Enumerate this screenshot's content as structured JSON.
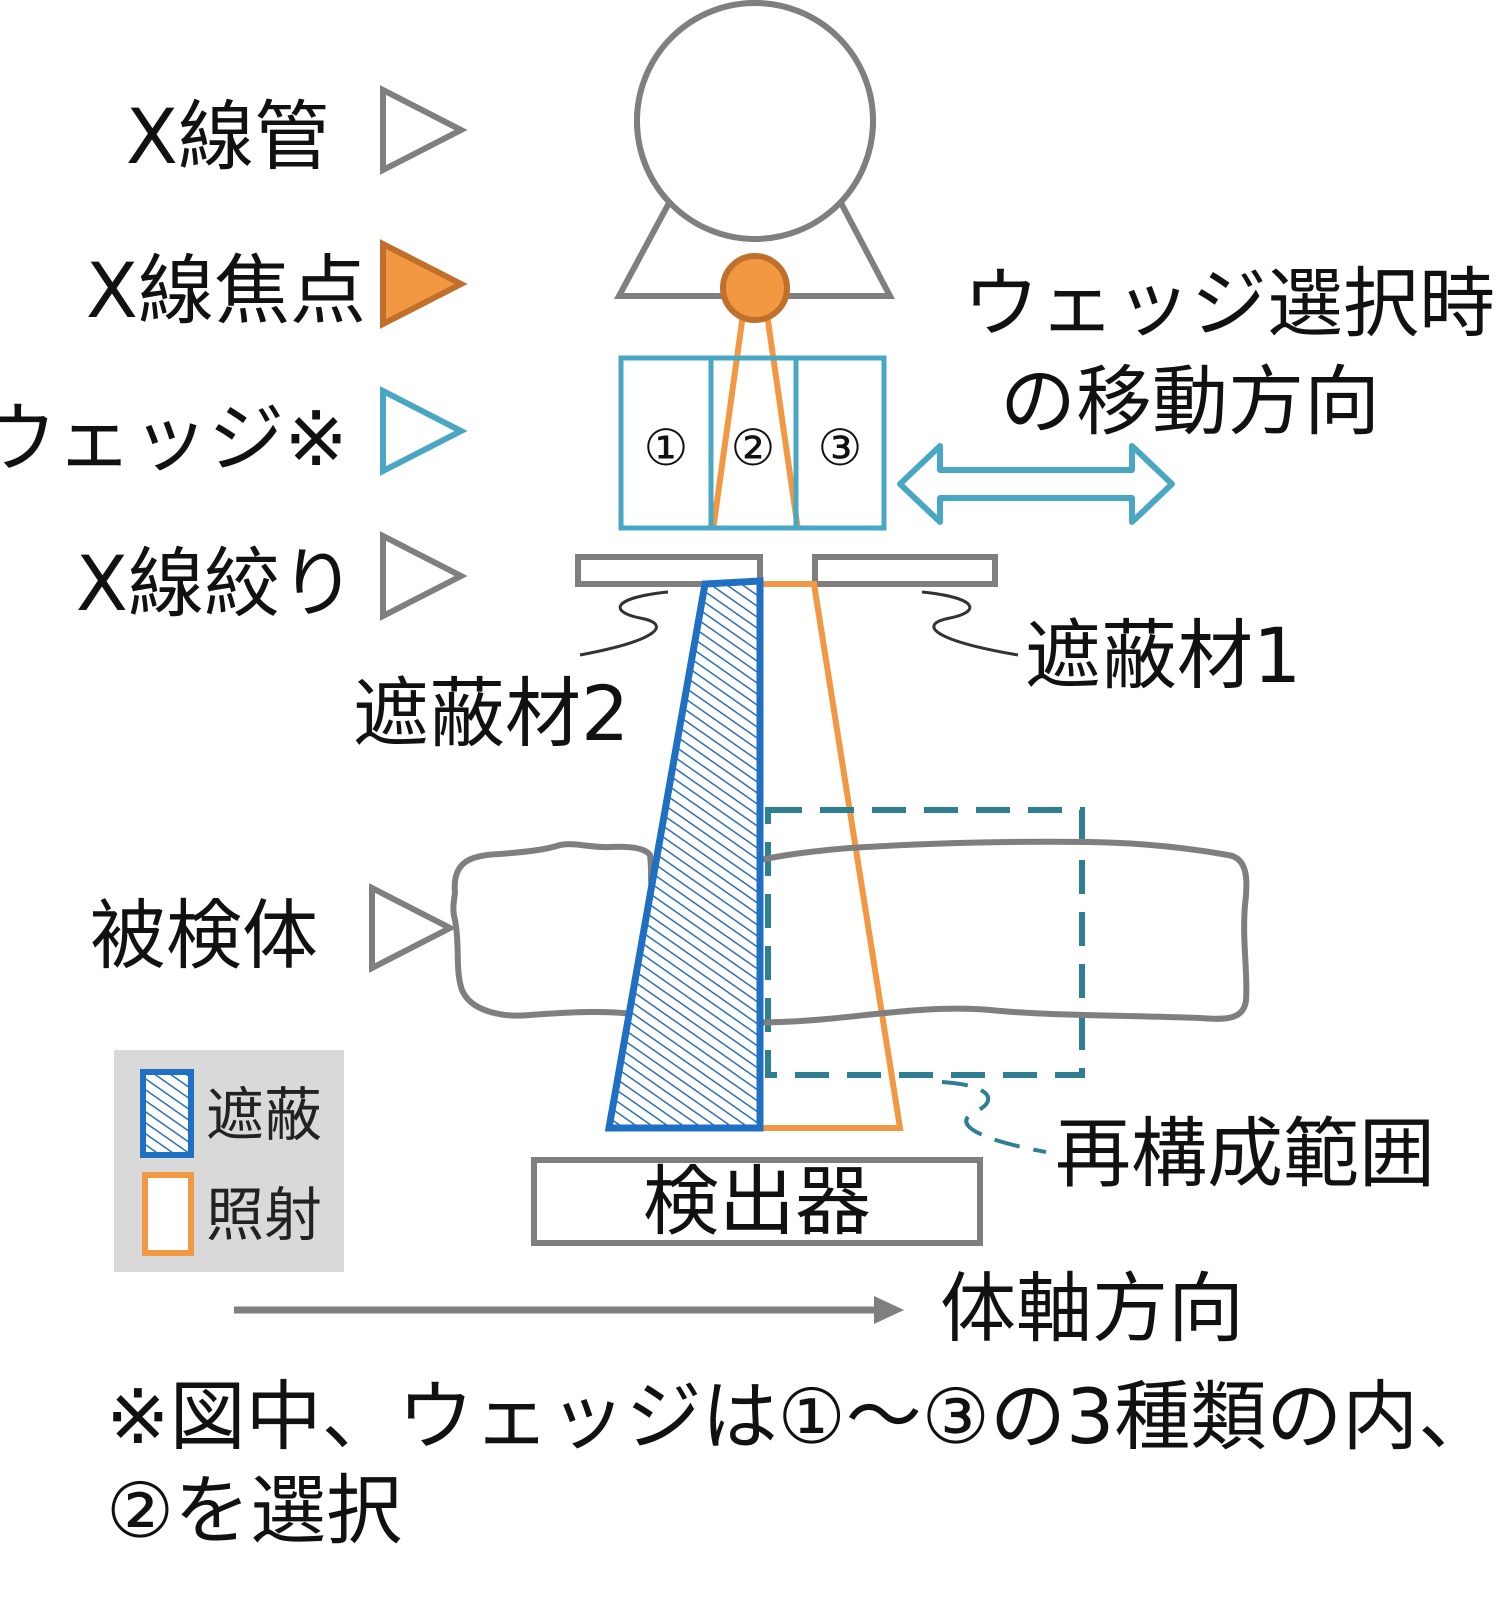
{
  "labels": {
    "xray_tube": "X線管",
    "focal_spot": "X線焦点",
    "wedge": "ウェッジ※",
    "collimator": "X線絞り",
    "subject": "被検体",
    "detector": "検出器",
    "shield1": "遮蔽材1",
    "shield2": "遮蔽材2",
    "recon_range": "再構成範囲",
    "wedge_direction_line1": "ウェッジ選択時",
    "wedge_direction_line2": "の移動方向",
    "body_axis": "体軸方向"
  },
  "wedge_numbers": [
    "①",
    "②",
    "③"
  ],
  "legend": {
    "shield": "遮蔽",
    "irradiation": "照射"
  },
  "note": {
    "line1": "※図中、ウェッジは①～③の3種類の内、",
    "line2": "②を選択"
  },
  "colors": {
    "gray": "#7f7f7f",
    "focal_orange": "#f39842",
    "focal_stroke": "#c0702a",
    "wedge_teal": "#4aa7c4",
    "shield_blue": "#1f6fc2",
    "beam_orange": "#f39842",
    "recon_dashed": "#2f7f93",
    "legend_bg": "#d9d9d9"
  }
}
